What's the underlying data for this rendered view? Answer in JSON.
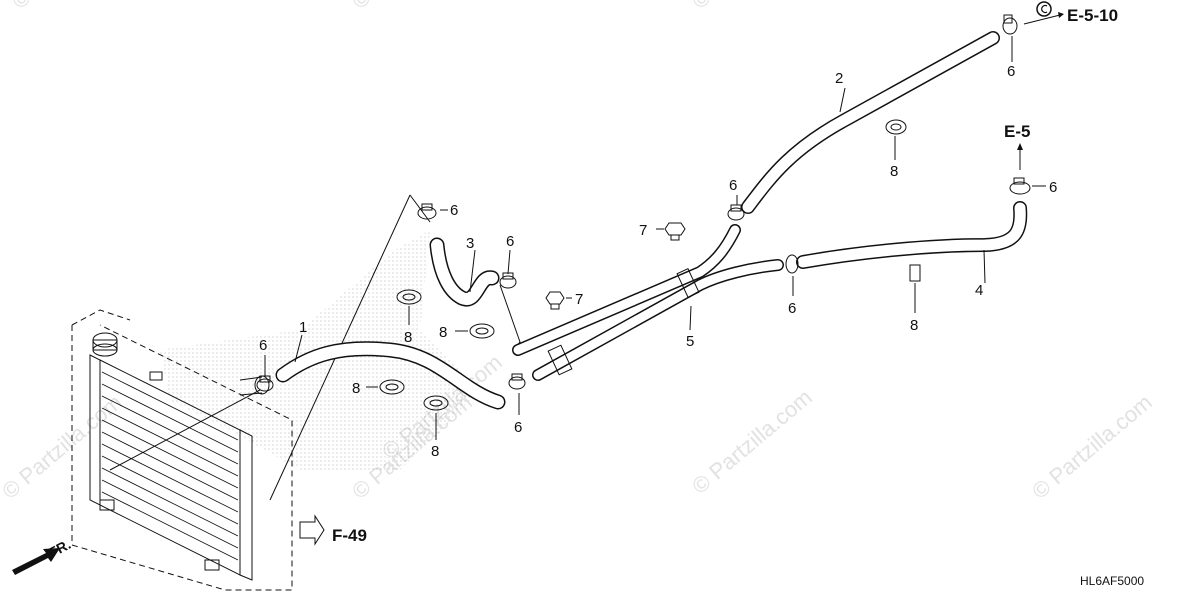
{
  "diagram_code": "HL6AF5000",
  "references": {
    "ref_e510": "E-5-10",
    "ref_e5": "E-5",
    "ref_f49": "F-49",
    "fr": "FR."
  },
  "callouts": {
    "c1": "1",
    "c2": "2",
    "c3": "3",
    "c4": "4",
    "c5": "5",
    "c6a": "6",
    "c6b": "6",
    "c6c": "6",
    "c6d": "6",
    "c6e": "6",
    "c6f": "6",
    "c6g": "6",
    "c6h": "6",
    "c7a": "7",
    "c7b": "7",
    "c8a": "8",
    "c8b": "8",
    "c8c": "8",
    "c8d": "8",
    "c8e": "8",
    "c8f": "8"
  },
  "watermark": "© Partzilla.com",
  "colors": {
    "line": "#111111",
    "watermark": "#e2e2e2",
    "background": "#ffffff"
  }
}
